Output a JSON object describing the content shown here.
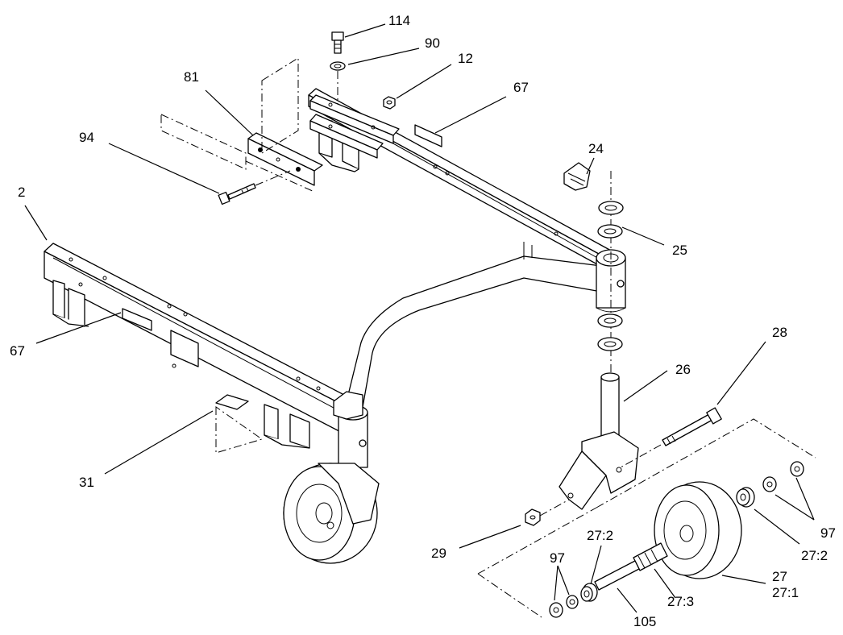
{
  "labels": {
    "l114": "114",
    "l90": "90",
    "l12": "12",
    "l81": "81",
    "l67top": "67",
    "l94": "94",
    "l24": "24",
    "l2": "2",
    "l25": "25",
    "l67left": "67",
    "l28": "28",
    "l26": "26",
    "l31": "31",
    "l97right": "97",
    "l29": "29",
    "l27_2a": "27:2",
    "l97left": "97",
    "l27_2b": "27:2",
    "l27": "27",
    "l27_1": "27:1",
    "l27_3": "27:3",
    "l105": "105"
  }
}
